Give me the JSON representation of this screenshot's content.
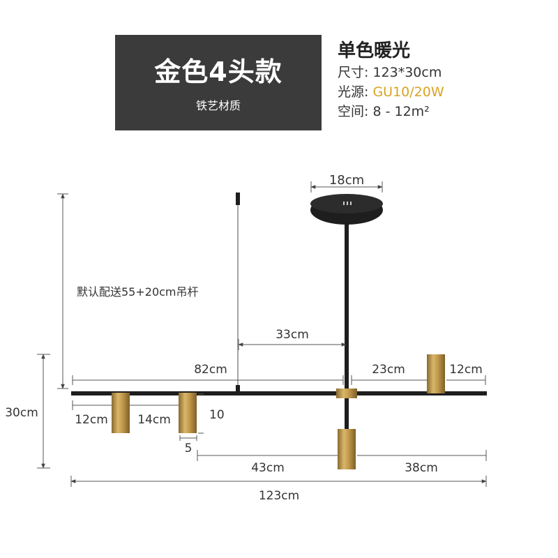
{
  "title_box": {
    "main": "金色4头款",
    "sub": "铁艺材质"
  },
  "specs": {
    "heading": "单色暖光",
    "size_label": "尺寸: ",
    "size_value": "123*30cm",
    "light_label": "光源: ",
    "light_value": "GU10/20W",
    "space_label": "空间: ",
    "space_value": "8 - 12m²"
  },
  "drawing": {
    "canopy_width": "18cm",
    "rod_note": "默认配送55+20cm吊杆",
    "height_total": "30cm",
    "offset_33": "33cm",
    "bar_82": "82cm",
    "right_23": "23cm",
    "right_12": "12cm",
    "left_12": "12cm",
    "gap_14": "14cm",
    "cup_height": "10",
    "cup_width": "5",
    "span_43": "43cm",
    "span_38": "38cm",
    "total_123": "123cm"
  },
  "colors": {
    "panel": "#3b3b3b",
    "accent": "#d9a322",
    "fixture": "#1e1e1e",
    "brass": "#b89248"
  }
}
